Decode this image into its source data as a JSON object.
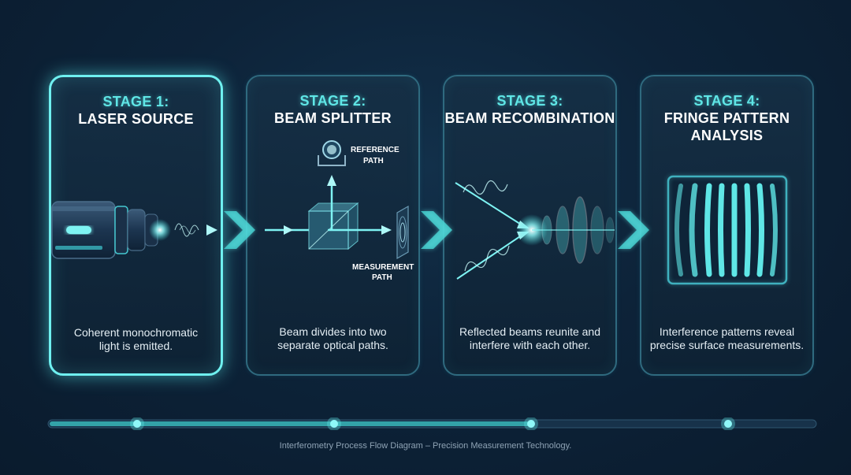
{
  "stages": [
    {
      "stage": "STAGE 1:",
      "name": "LASER SOURCE",
      "description": "Coherent monochromatic\nlight is emitted."
    },
    {
      "stage": "STAGE 2:",
      "name": "BEAM SPLITTER",
      "description": "Beam divides into two\nseparate optical paths."
    },
    {
      "stage": "STAGE 3:",
      "name": "BEAM RECOMBINATION",
      "description": "Reflected beams reunite and\ninterfere with each other."
    },
    {
      "stage": "STAGE 4:",
      "name": "FRINGE PATTERN\nANALYSIS",
      "description": "Interference patterns reveal\nprecise surface measurements."
    }
  ],
  "labels": {
    "reference_path_1": "REFERENCE",
    "reference_path_2": "PATH",
    "measurement_path_1": "MEASUREMENT",
    "measurement_path_2": "PATH"
  },
  "timeline": {
    "steps": 4,
    "progress_fraction": 0.63
  },
  "caption": "Interferometry Process Flow Diagram – Precision Measurement Technology.",
  "colors": {
    "accent": "#5fe6e6",
    "background": "#0d2339",
    "card_border": "#2f6a7f",
    "active_border": "#6ff0f0"
  },
  "icons": [
    "laser-device-icon",
    "beam-splitter-cube-icon",
    "reference-mirror-icon",
    "measurement-target-icon",
    "wave-interference-icon",
    "fringe-pattern-icon",
    "chevron-right-icon"
  ]
}
